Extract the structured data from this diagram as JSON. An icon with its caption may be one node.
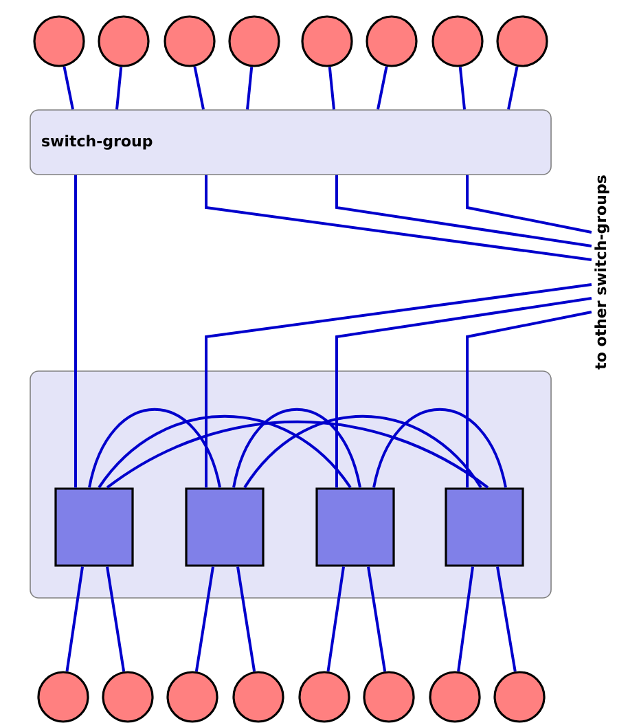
{
  "diagram": {
    "nodes": [
      {
        "text": [],
        "shape": "circle"
      },
      {
        "text": [],
        "shape": "circle"
      },
      {
        "text": [],
        "shape": "circle"
      },
      {
        "text": [],
        "shape": "circle"
      },
      {
        "text": [],
        "shape": "circle"
      },
      {
        "text": [],
        "shape": "circle"
      },
      {
        "text": [],
        "shape": "circle"
      },
      {
        "text": [],
        "shape": "circle"
      },
      {
        "text": [
          "switch-group"
        ]
      },
      {
        "text": [
          "to other switch-groups"
        ]
      },
      {
        "text": [],
        "shape": "box"
      },
      {
        "text": [],
        "shape": "box",
        "in": 10
      },
      {
        "text": [],
        "shape": "box",
        "in": 10
      },
      {
        "text": [],
        "shape": "box",
        "in": 10
      },
      {
        "text": [],
        "shape": "box",
        "in": 10
      },
      {
        "text": [],
        "shape": "circle"
      },
      {
        "text": [],
        "shape": "circle"
      },
      {
        "text": [],
        "shape": "circle"
      },
      {
        "text": [],
        "shape": "circle"
      },
      {
        "text": [],
        "shape": "circle"
      },
      {
        "text": [],
        "shape": "circle"
      },
      {
        "text": [],
        "shape": "circle"
      },
      {
        "text": [],
        "shape": "circle"
      }
    ],
    "edges": [
      {
        "from": 0,
        "to": 8,
        "arrow": "none"
      },
      {
        "from": 1,
        "to": 8,
        "arrow": "none"
      },
      {
        "from": 2,
        "to": 8,
        "arrow": "none"
      },
      {
        "from": 3,
        "to": 8,
        "arrow": "none"
      },
      {
        "from": 4,
        "to": 8,
        "arrow": "none"
      },
      {
        "from": 5,
        "to": 8,
        "arrow": "none"
      },
      {
        "from": 6,
        "to": 8,
        "arrow": "none"
      },
      {
        "from": 7,
        "to": 8,
        "arrow": "none"
      },
      {
        "from": 8,
        "to": 11,
        "arrow": "none"
      },
      {
        "from": 8,
        "to": 9,
        "arrow": "none"
      },
      {
        "from": 8,
        "to": 9,
        "arrow": "none"
      },
      {
        "from": 8,
        "to": 9,
        "arrow": "none"
      },
      {
        "from": 9,
        "to": 12,
        "arrow": "none"
      },
      {
        "from": 9,
        "to": 13,
        "arrow": "none"
      },
      {
        "from": 9,
        "to": 14,
        "arrow": "none"
      },
      {
        "from": 11,
        "to": 12,
        "arrow": "none"
      },
      {
        "from": 11,
        "to": 13,
        "arrow": "none"
      },
      {
        "from": 11,
        "to": 14,
        "arrow": "none"
      },
      {
        "from": 12,
        "to": 13,
        "arrow": "none"
      },
      {
        "from": 12,
        "to": 14,
        "arrow": "none"
      },
      {
        "from": 13,
        "to": 14,
        "arrow": "none"
      },
      {
        "from": 11,
        "to": 15,
        "arrow": "none"
      },
      {
        "from": 11,
        "to": 16,
        "arrow": "none"
      },
      {
        "from": 12,
        "to": 17,
        "arrow": "none"
      },
      {
        "from": 12,
        "to": 18,
        "arrow": "none"
      },
      {
        "from": 13,
        "to": 19,
        "arrow": "none"
      },
      {
        "from": 13,
        "to": 20,
        "arrow": "none"
      },
      {
        "from": 14,
        "to": 21,
        "arrow": "none"
      },
      {
        "from": 14,
        "to": 22,
        "arrow": "none"
      }
    ]
  }
}
